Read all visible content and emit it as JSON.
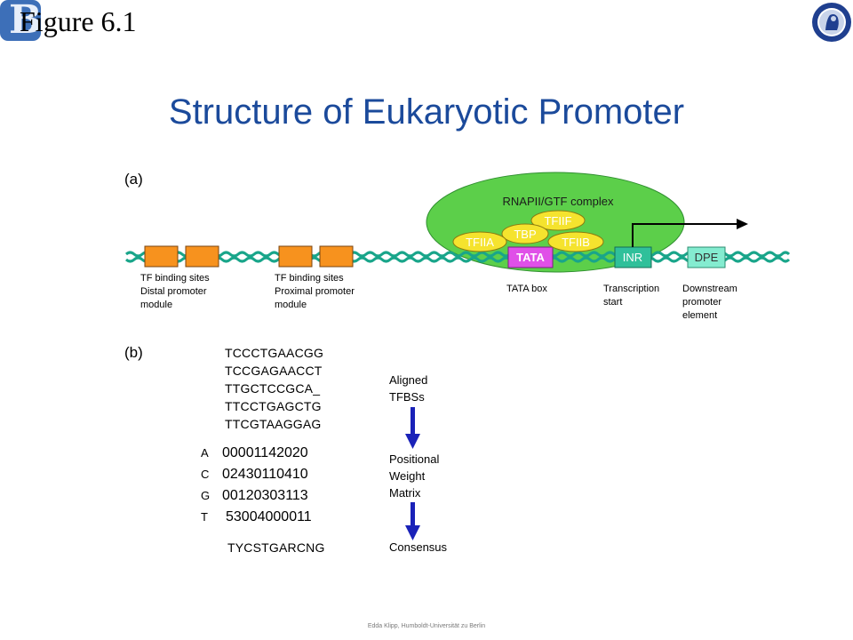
{
  "header": {
    "figure_label": "Figure 6.1",
    "title": "Structure of Eukaryotic Promoter",
    "logo_left_letter": "B",
    "seal": "humboldt-university-seal"
  },
  "part_a": {
    "label": "(a)",
    "complex_label": "RNAPII/GTF complex",
    "factors": {
      "tfiif": "TFIIF",
      "tbp": "TBP",
      "tfiia": "TFIIA",
      "tfiib": "TFIIB"
    },
    "elements": {
      "tata": "TATA",
      "inr": "INR",
      "dpe": "DPE"
    },
    "captions": {
      "distal": [
        "TF binding sites",
        "Distal promoter",
        "module"
      ],
      "proximal": [
        "TF binding sites",
        "Proximal promoter",
        "module"
      ],
      "tata_box": "TATA box",
      "transcription": [
        "Transcription",
        "start"
      ],
      "dpe": [
        "Downstream",
        "promoter",
        "element"
      ]
    },
    "colors": {
      "dna": "#19a58a",
      "tf_box": "#f7921e",
      "complex": "#5ccf4a",
      "factor": "#f5e32e",
      "tata": "#e050e8",
      "inr": "#2fc09a",
      "dpe": "#84ecd0"
    }
  },
  "part_b": {
    "label": "(b)",
    "sequences": [
      "TCCCTGAACGG",
      "TCCGAGAACCT",
      "TTGCTCCGCA_",
      "TTCCTGAGCTG",
      "TTCGTAAGGAG"
    ],
    "matrix": [
      {
        "base": "A",
        "counts": "00001142020"
      },
      {
        "base": "C",
        "counts": "02430110410"
      },
      {
        "base": "G",
        "counts": "00120303113"
      },
      {
        "base": "T",
        "counts": "53004000011"
      }
    ],
    "consensus": "TYCSTGARCNG",
    "labels": {
      "aligned": [
        "Aligned",
        "TFBSs"
      ],
      "pwm": [
        "Positional",
        "Weight",
        "Matrix"
      ],
      "consensus": "Consensus"
    },
    "arrow_color": "#1a22b8"
  },
  "footer": "Edda Klipp, Humboldt-Universität zu Berlin"
}
